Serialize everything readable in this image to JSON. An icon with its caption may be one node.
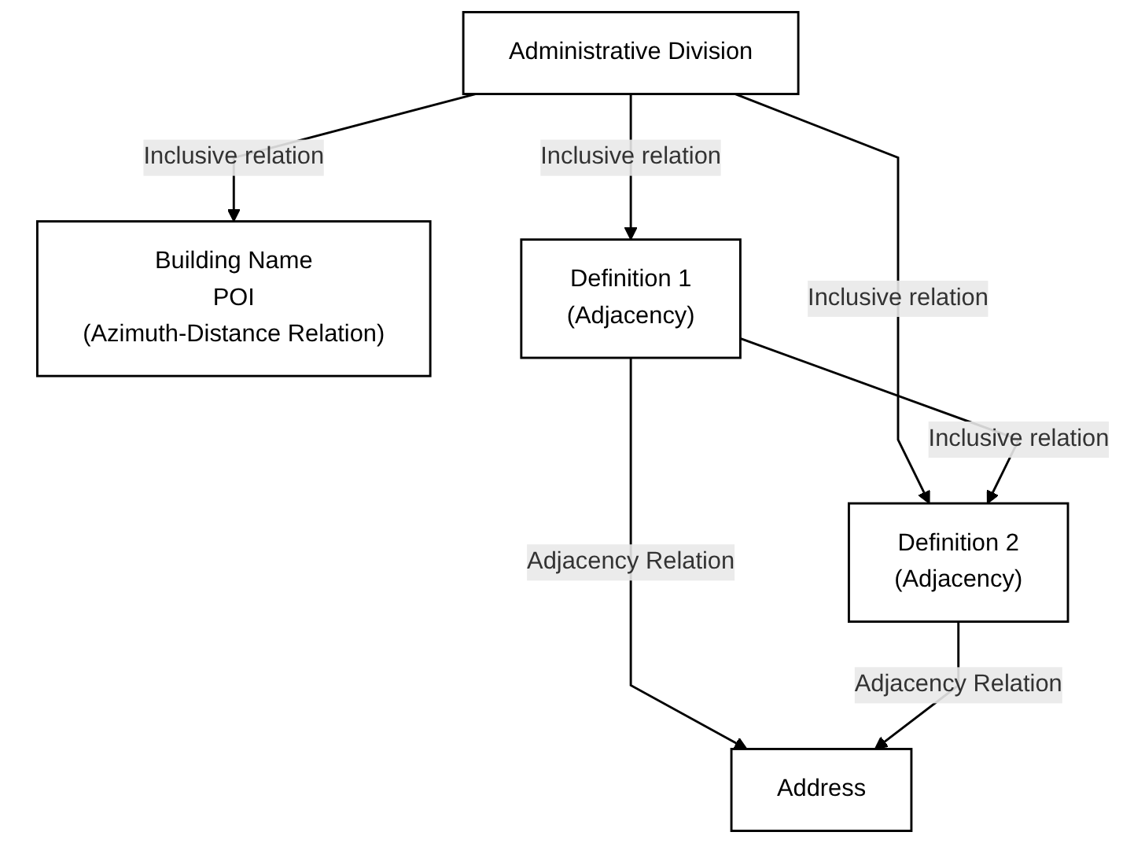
{
  "diagram": {
    "nodes": [
      {
        "text": [
          "Administrative Division"
        ]
      },
      {
        "text": [
          "Building Name",
          "POI",
          "(Azimuth-Distance Relation)"
        ]
      },
      {
        "text": [
          "Definition 1",
          "(Adjacency)"
        ]
      },
      {
        "text": [
          "Definition 2",
          "(Adjacency)"
        ]
      },
      {
        "text": [
          "Address"
        ]
      }
    ],
    "edges": [
      {
        "from": 0,
        "to": 1,
        "arrow": "to",
        "label": "Inclusive relation"
      },
      {
        "from": 0,
        "to": 2,
        "arrow": "to",
        "label": "Inclusive relation"
      },
      {
        "from": 0,
        "to": 3,
        "arrow": "to",
        "label": "Inclusive relation"
      },
      {
        "from": 2,
        "to": 3,
        "arrow": "to",
        "label": "Inclusive relation"
      },
      {
        "from": 2,
        "to": 4,
        "arrow": "to",
        "label": "Adjacency Relation"
      },
      {
        "from": 3,
        "to": 4,
        "arrow": "to",
        "label": "Adjacency Relation"
      }
    ]
  }
}
